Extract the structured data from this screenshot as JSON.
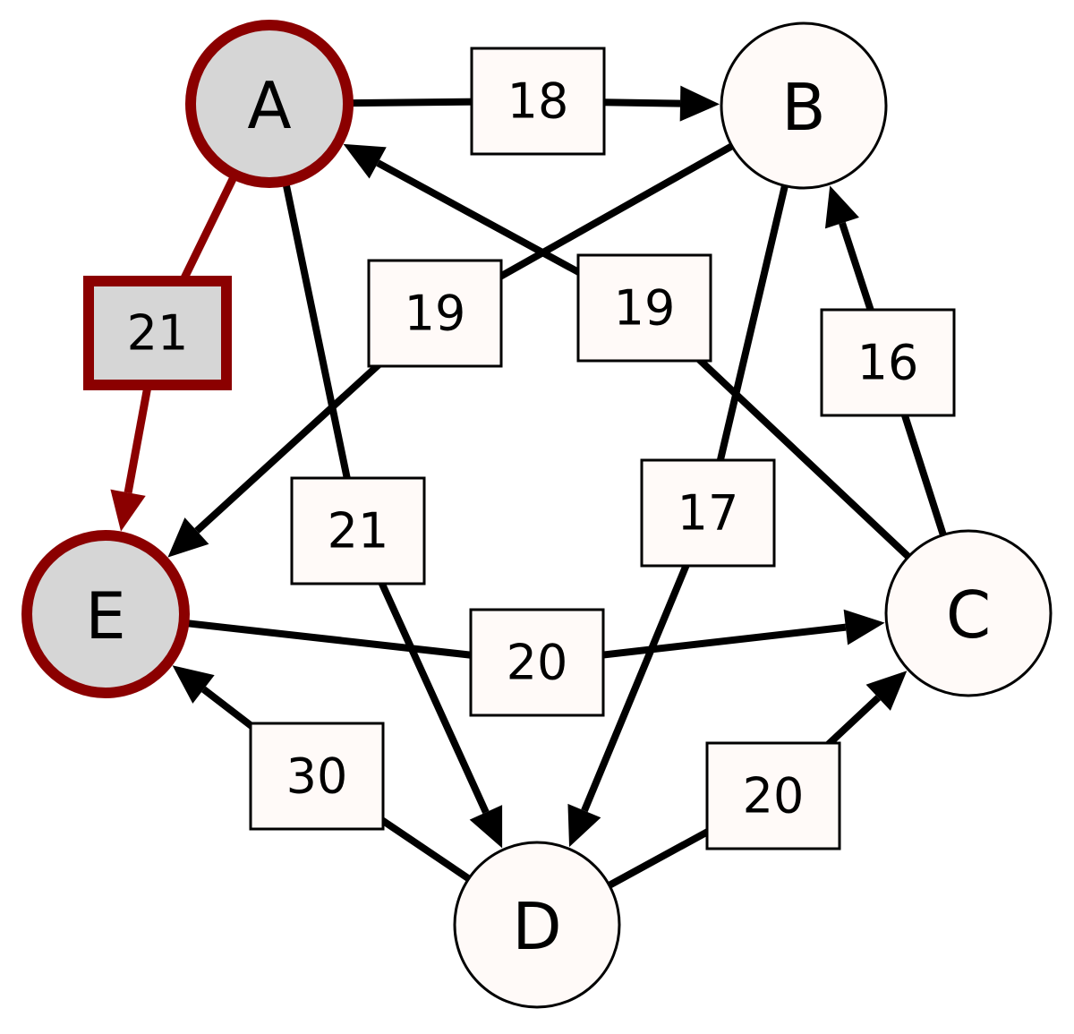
{
  "colors": {
    "highlight": "#8b0000",
    "highlight_fill": "#d6d6d6",
    "node_fill": "#fffaf8",
    "edge": "#000000",
    "box_fill": "#fffaf8"
  },
  "nodes": [
    {
      "id": "A",
      "label": "A",
      "highlighted": true
    },
    {
      "id": "B",
      "label": "B",
      "highlighted": false
    },
    {
      "id": "C",
      "label": "C",
      "highlighted": false
    },
    {
      "id": "D",
      "label": "D",
      "highlighted": false
    },
    {
      "id": "E",
      "label": "E",
      "highlighted": true
    }
  ],
  "edges": [
    {
      "from": "A",
      "to": "B",
      "weight": "18",
      "highlighted": false
    },
    {
      "from": "A",
      "to": "E",
      "weight": "21",
      "highlighted": true
    },
    {
      "from": "A",
      "to": "D",
      "weight": "21",
      "highlighted": false
    },
    {
      "from": "B",
      "to": "E",
      "weight": "19",
      "highlighted": false
    },
    {
      "from": "C",
      "to": "A",
      "weight": "19",
      "highlighted": false
    },
    {
      "from": "C",
      "to": "B",
      "weight": "16",
      "highlighted": false
    },
    {
      "from": "B",
      "to": "D",
      "weight": "17",
      "highlighted": false
    },
    {
      "from": "E",
      "to": "C",
      "weight": "20",
      "highlighted": false
    },
    {
      "from": "D",
      "to": "E",
      "weight": "30",
      "highlighted": false
    },
    {
      "from": "D",
      "to": "C",
      "weight": "20",
      "highlighted": false
    }
  ]
}
